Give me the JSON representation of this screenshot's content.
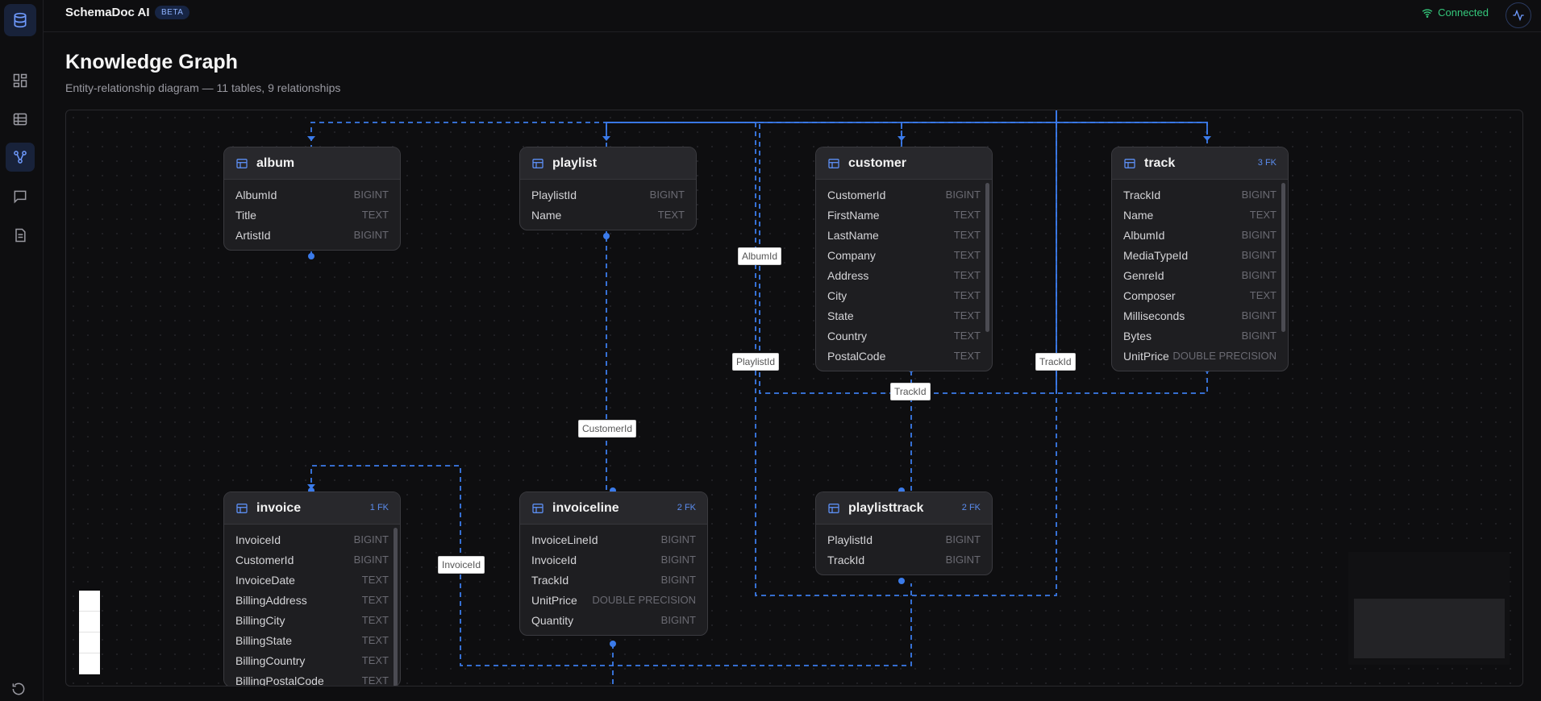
{
  "app": {
    "title": "SchemaDoc AI",
    "badge": "BETA"
  },
  "status": {
    "label": "Connected",
    "color": "#34c77b"
  },
  "page": {
    "title": "Knowledge Graph",
    "subtitle": "Entity-relationship diagram — 11 tables, 9 relationships"
  },
  "sidebar": {
    "items": [
      "dashboard-icon",
      "table-icon",
      "graph-icon",
      "chat-icon",
      "document-icon"
    ],
    "active": "graph-icon"
  },
  "tables": {
    "album": {
      "name": "album",
      "fk": "",
      "columns": [
        [
          "AlbumId",
          "BIGINT"
        ],
        [
          "Title",
          "TEXT"
        ],
        [
          "ArtistId",
          "BIGINT"
        ]
      ]
    },
    "playlist": {
      "name": "playlist",
      "fk": "",
      "columns": [
        [
          "PlaylistId",
          "BIGINT"
        ],
        [
          "Name",
          "TEXT"
        ]
      ]
    },
    "customer": {
      "name": "customer",
      "fk": "",
      "columns": [
        [
          "CustomerId",
          "BIGINT"
        ],
        [
          "FirstName",
          "TEXT"
        ],
        [
          "LastName",
          "TEXT"
        ],
        [
          "Company",
          "TEXT"
        ],
        [
          "Address",
          "TEXT"
        ],
        [
          "City",
          "TEXT"
        ],
        [
          "State",
          "TEXT"
        ],
        [
          "Country",
          "TEXT"
        ],
        [
          "PostalCode",
          "TEXT"
        ]
      ]
    },
    "track": {
      "name": "track",
      "fk": "3 FK",
      "columns": [
        [
          "TrackId",
          "BIGINT"
        ],
        [
          "Name",
          "TEXT"
        ],
        [
          "AlbumId",
          "BIGINT"
        ],
        [
          "MediaTypeId",
          "BIGINT"
        ],
        [
          "GenreId",
          "BIGINT"
        ],
        [
          "Composer",
          "TEXT"
        ],
        [
          "Milliseconds",
          "BIGINT"
        ],
        [
          "Bytes",
          "BIGINT"
        ],
        [
          "UnitPrice",
          "DOUBLE PRECISION"
        ]
      ]
    },
    "invoice": {
      "name": "invoice",
      "fk": "1 FK",
      "columns": [
        [
          "InvoiceId",
          "BIGINT"
        ],
        [
          "CustomerId",
          "BIGINT"
        ],
        [
          "InvoiceDate",
          "TEXT"
        ],
        [
          "BillingAddress",
          "TEXT"
        ],
        [
          "BillingCity",
          "TEXT"
        ],
        [
          "BillingState",
          "TEXT"
        ],
        [
          "BillingCountry",
          "TEXT"
        ],
        [
          "BillingPostalCode",
          "TEXT"
        ]
      ]
    },
    "invoiceline": {
      "name": "invoiceline",
      "fk": "2 FK",
      "columns": [
        [
          "InvoiceLineId",
          "BIGINT"
        ],
        [
          "InvoiceId",
          "BIGINT"
        ],
        [
          "TrackId",
          "BIGINT"
        ],
        [
          "UnitPrice",
          "DOUBLE PRECISION"
        ],
        [
          "Quantity",
          "BIGINT"
        ]
      ]
    },
    "playlisttrack": {
      "name": "playlisttrack",
      "fk": "2 FK",
      "columns": [
        [
          "PlaylistId",
          "BIGINT"
        ],
        [
          "TrackId",
          "BIGINT"
        ]
      ]
    }
  },
  "edge_labels": {
    "albumid": "AlbumId",
    "playlistid": "PlaylistId",
    "trackid_a": "TrackId",
    "trackid_b": "TrackId",
    "customerid": "CustomerId",
    "invoiceid": "InvoiceId"
  },
  "colors": {
    "accent": "#3b82f6",
    "edge": "#3b7bea"
  }
}
